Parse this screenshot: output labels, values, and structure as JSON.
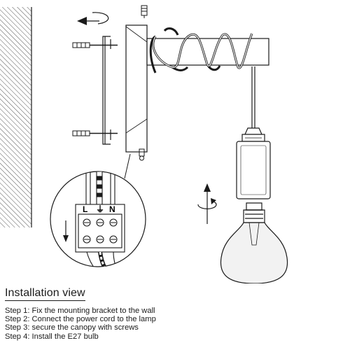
{
  "title": "Installation view",
  "steps": [
    "Step 1: Fix the mounting bracket to the wall",
    "Step 2: Connect the power cord to the lamp",
    "Step 3: secure the canopy with screws",
    "Step 4: Install the E27 bulb"
  ],
  "terminal_labels": {
    "live": "L",
    "earth": "⏚",
    "neutral": "N"
  },
  "colors": {
    "line": "#1a1a1a",
    "hatch": "#555555",
    "bulb": "#f2f2f2"
  }
}
